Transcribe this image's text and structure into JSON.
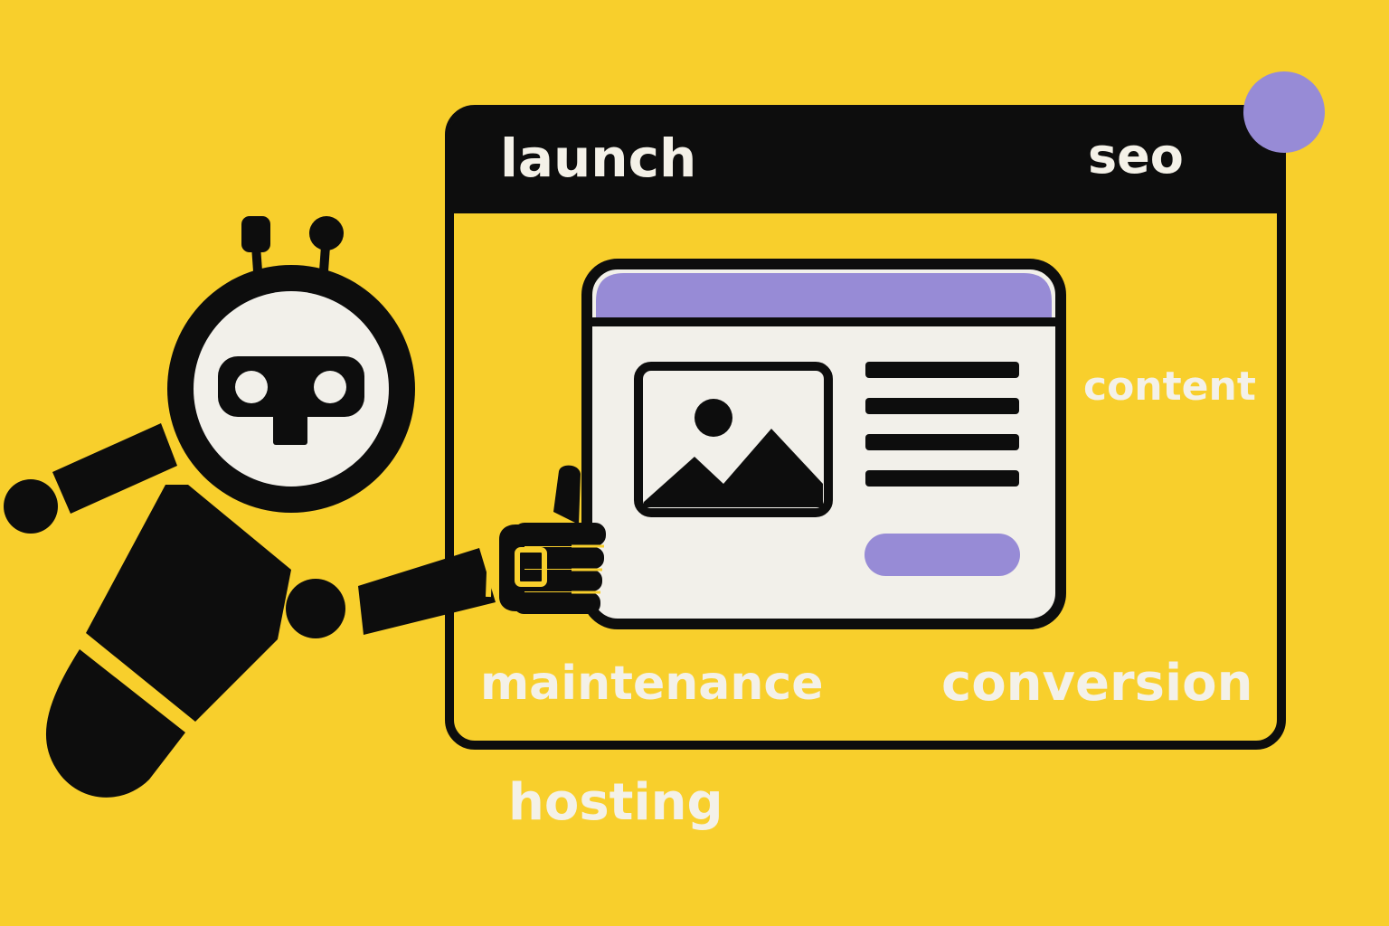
{
  "labels": {
    "launch": "launch",
    "seo": "seo",
    "content": "content",
    "maintenance": "maintenance",
    "conversion": "conversion",
    "hosting": "hosting"
  },
  "colors": {
    "background": "#f8cf2c",
    "ink": "#0d0d0d",
    "paper": "#f2f0ea",
    "accent": "#978bd6"
  },
  "icons": [
    "robot-icon",
    "image-icon",
    "thumbs-up-icon"
  ]
}
